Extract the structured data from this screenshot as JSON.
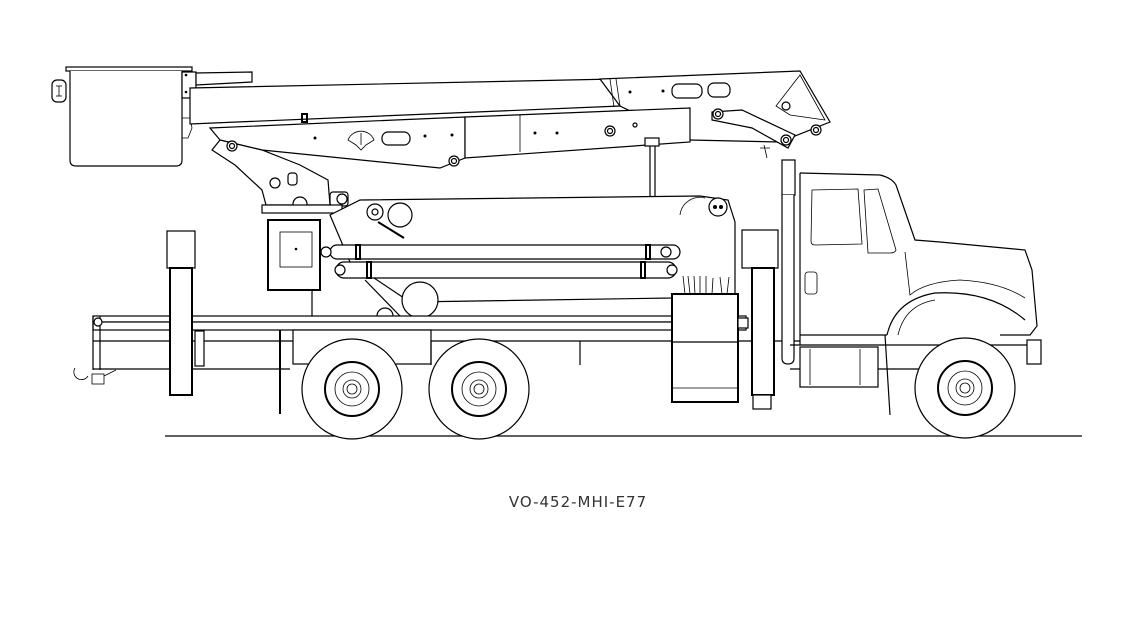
{
  "drawing": {
    "subject": "Aerial bucket truck side elevation (line drawing)",
    "model_code": "VO-452-MHI-E77",
    "line_color": "#000000",
    "background_color": "#ffffff",
    "caption_color": "#333333"
  },
  "components": {
    "bucket": "bucket-platform",
    "upper_boom": "upper-boom",
    "lower_boom": "lower-boom",
    "turntable": "turntable-pedestal",
    "rear_outrigger": "rear-outrigger",
    "front_outrigger": "front-outrigger",
    "body": "flatbed-body",
    "cab": "truck-cab",
    "wheels": [
      "rear-wheel-1",
      "rear-wheel-2",
      "front-wheel"
    ],
    "ground": "ground-line"
  }
}
